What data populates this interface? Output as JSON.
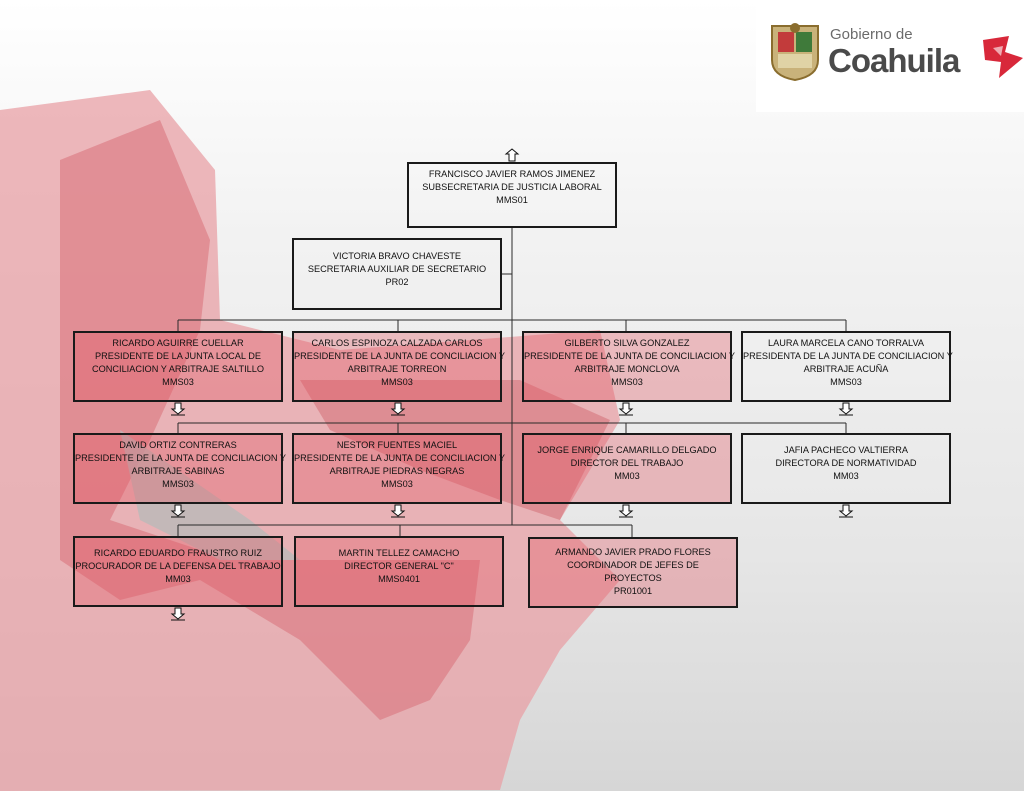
{
  "logo": {
    "gobierno": "Gobierno de",
    "coahuila": "Coahuila"
  },
  "nodes": {
    "top": {
      "name": "FRANCISCO JAVIER RAMOS JIMENEZ",
      "role": "SUBSECRETARIA DE JUSTICIA LABORAL",
      "code": "MMS01"
    },
    "assistant": {
      "name": "VICTORIA BRAVO CHAVESTE",
      "role": "SECRETARIA AUXILIAR DE SECRETARIO",
      "code": "PR02"
    },
    "r1c1": {
      "name": "RICARDO AGUIRRE CUELLAR",
      "role1": "PRESIDENTE DE LA JUNTA LOCAL DE",
      "role2": "CONCILIACION Y ARBITRAJE SALTILLO",
      "code": "MMS03"
    },
    "r1c2": {
      "name": "CARLOS ESPINOZA CALZADA CARLOS",
      "role1": "PRESIDENTE DE LA JUNTA DE CONCILIACION Y",
      "role2": "ARBITRAJE TORREON",
      "code": "MMS03"
    },
    "r1c3": {
      "name": "GILBERTO SILVA GONZALEZ",
      "role1": "PRESIDENTE DE LA JUNTA DE CONCILIACION Y",
      "role2": "ARBITRAJE MONCLOVA",
      "code": "MMS03"
    },
    "r1c4": {
      "name": "LAURA MARCELA CANO TORRALVA",
      "role1": "PRESIDENTA DE LA JUNTA DE CONCILIACION Y",
      "role2": "ARBITRAJE ACUÑA",
      "code": "MMS03"
    },
    "r2c1": {
      "name": "DAVID ORTIZ CONTRERAS",
      "role1": "PRESIDENTE DE LA JUNTA DE CONCILIACION Y",
      "role2": "ARBITRAJE SABINAS",
      "code": "MMS03"
    },
    "r2c2": {
      "name": "NESTOR FUENTES MACIEL",
      "role1": "PRESIDENTE DE LA JUNTA DE CONCILIACION Y",
      "role2": "ARBITRAJE PIEDRAS NEGRAS",
      "code": "MMS03"
    },
    "r2c3": {
      "name": "JORGE ENRIQUE CAMARILLO DELGADO",
      "role1": "DIRECTOR DEL TRABAJO",
      "code": "MM03"
    },
    "r2c4": {
      "name": "JAFIA PACHECO VALTIERRA",
      "role1": "DIRECTORA DE NORMATIVIDAD",
      "code": "MM03"
    },
    "r3c1": {
      "name": "RICARDO EDUARDO FRAUSTRO RUIZ",
      "role1": "PROCURADOR DE LA DEFENSA DEL TRABAJO",
      "code": "MM03"
    },
    "r3c2": {
      "name": "MARTIN TELLEZ CAMACHO",
      "role1": "DIRECTOR GENERAL \"C\"",
      "code": "MMS0401"
    },
    "r3c3": {
      "name": "ARMANDO JAVIER PRADO FLORES",
      "role1": "COORDINADOR DE JEFES DE",
      "role2": "PROYECTOS",
      "code": "PR01001"
    }
  },
  "colors": {
    "accent_red": "#e05560",
    "border": "#1a1a1a",
    "text": "#111111"
  }
}
